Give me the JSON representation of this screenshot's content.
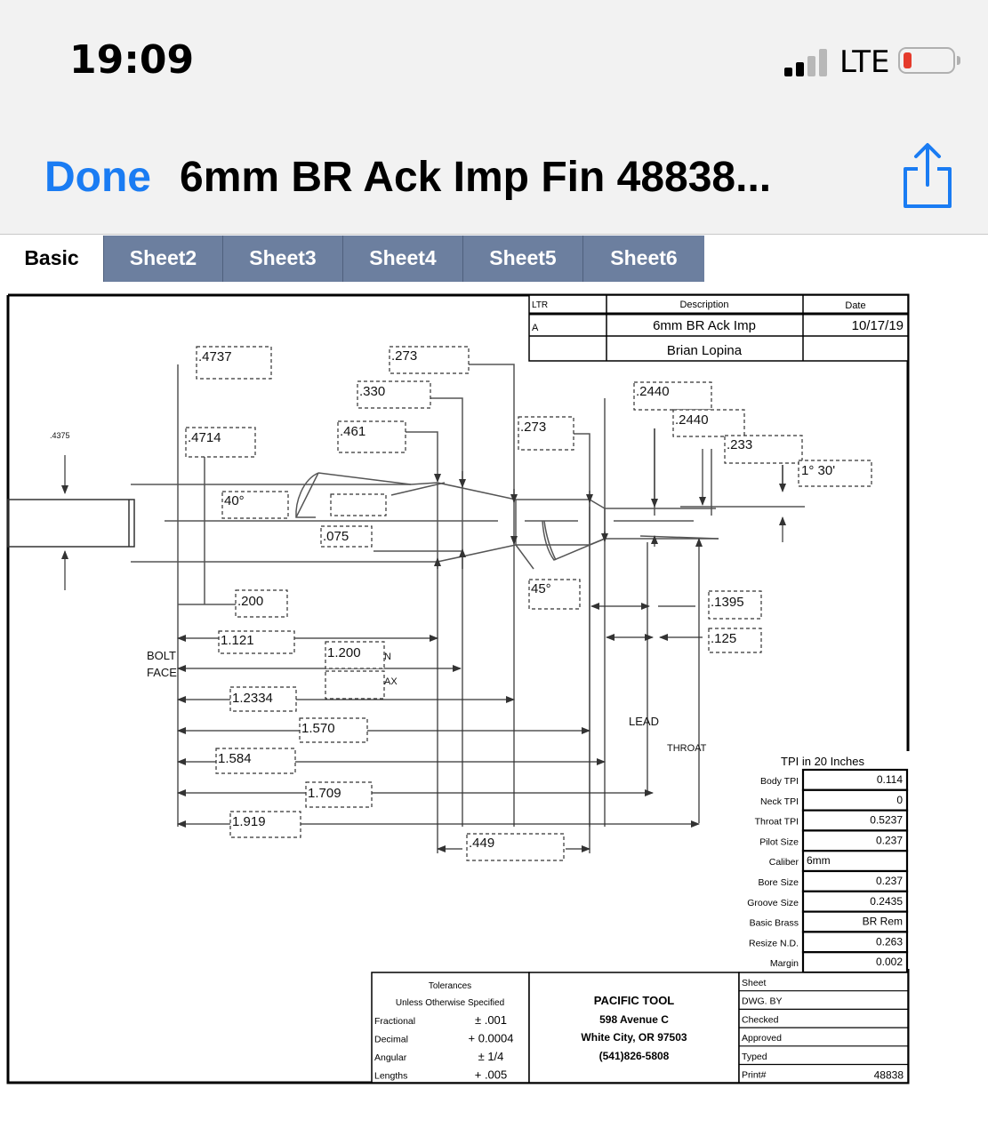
{
  "status_bar": {
    "time": "19:09",
    "network": "LTE",
    "battery_color": "#e53b2c"
  },
  "nav": {
    "done_label": "Done",
    "title": "6mm BR Ack Imp Fin 48838...",
    "share_icon": "share-icon",
    "accent_color": "#1a7cf3"
  },
  "tabs": [
    {
      "label": "Basic",
      "active": true
    },
    {
      "label": "Sheet2",
      "active": false
    },
    {
      "label": "Sheet3",
      "active": false
    },
    {
      "label": "Sheet4",
      "active": false
    },
    {
      "label": "Sheet5",
      "active": false
    },
    {
      "label": "Sheet6",
      "active": false
    }
  ],
  "revision_block": {
    "headers": {
      "ltr": "LTR",
      "description": "Description",
      "date": "Date"
    },
    "row1": {
      "ltr": "A",
      "description": "6mm BR Ack Imp",
      "date": "10/17/19"
    },
    "row2": {
      "ltr": "",
      "description": "Brian Lopina",
      "date": ""
    }
  },
  "dimensions": {
    "d_4375": ".4375",
    "d_4737": ".4737",
    "d_4714": ".4714",
    "d_273a": ".273",
    "d_330": ".330",
    "d_461": ".461",
    "d_273b": ".273",
    "d_2440a": ".2440",
    "d_2440b": ".2440",
    "d_233": ".233",
    "angle_1_30": "1° 30'",
    "angle_40": "40°",
    "d_075": ".075",
    "angle_45": "45°",
    "d_200": ".200",
    "d_1395": ".1395",
    "d_125": ".125",
    "d_1121": "1.121",
    "d_1200": "1.200",
    "min_label": "N",
    "max_label": "AX",
    "d_12334": "1.2334",
    "d_1570": "1.570",
    "d_1584": "1.584",
    "d_1709": "1.709",
    "d_1919": "1.919",
    "d_449": ".449",
    "bolt": "BOLT",
    "face": "FACE",
    "lead": "LEAD",
    "throat": "THROAT"
  },
  "tpi_table": {
    "title": "TPI in 20 Inches",
    "rows": [
      {
        "label": "Body TPI",
        "value": "0.114"
      },
      {
        "label": "Neck TPI",
        "value": "0"
      },
      {
        "label": "Throat TPI",
        "value": "0.5237"
      },
      {
        "label": "Pilot Size",
        "value": "0.237"
      },
      {
        "label": "Caliber",
        "value": "6mm"
      },
      {
        "label": "Bore Size",
        "value": "0.237"
      },
      {
        "label": "Groove Size",
        "value": "0.2435"
      },
      {
        "label": "Basic Brass",
        "value": "BR Rem"
      },
      {
        "label": "Resize N.D.",
        "value": "0.263"
      },
      {
        "label": "Margin",
        "value": "0.002"
      }
    ]
  },
  "tolerances": {
    "title": "Tolerances",
    "subtitle": "Unless Otherwise Specified",
    "rows": [
      {
        "label": "Fractional",
        "value": "± .001"
      },
      {
        "label": "Decimal",
        "value": "+ 0.0004"
      },
      {
        "label": "Angular",
        "value": "± 1/4"
      },
      {
        "label": "Lengths",
        "value": "+ .005"
      }
    ]
  },
  "company": {
    "name": "PACIFIC TOOL",
    "address": "598 Avenue C",
    "city": "White City, OR 97503",
    "phone": "(541)826-5808"
  },
  "signoff": {
    "rows": [
      {
        "label": "Sheet",
        "value": ""
      },
      {
        "label": "DWG. BY",
        "value": ""
      },
      {
        "label": "Checked",
        "value": ""
      },
      {
        "label": "Approved",
        "value": ""
      },
      {
        "label": "Typed",
        "value": ""
      },
      {
        "label": "Print#",
        "value": "48838"
      }
    ]
  }
}
